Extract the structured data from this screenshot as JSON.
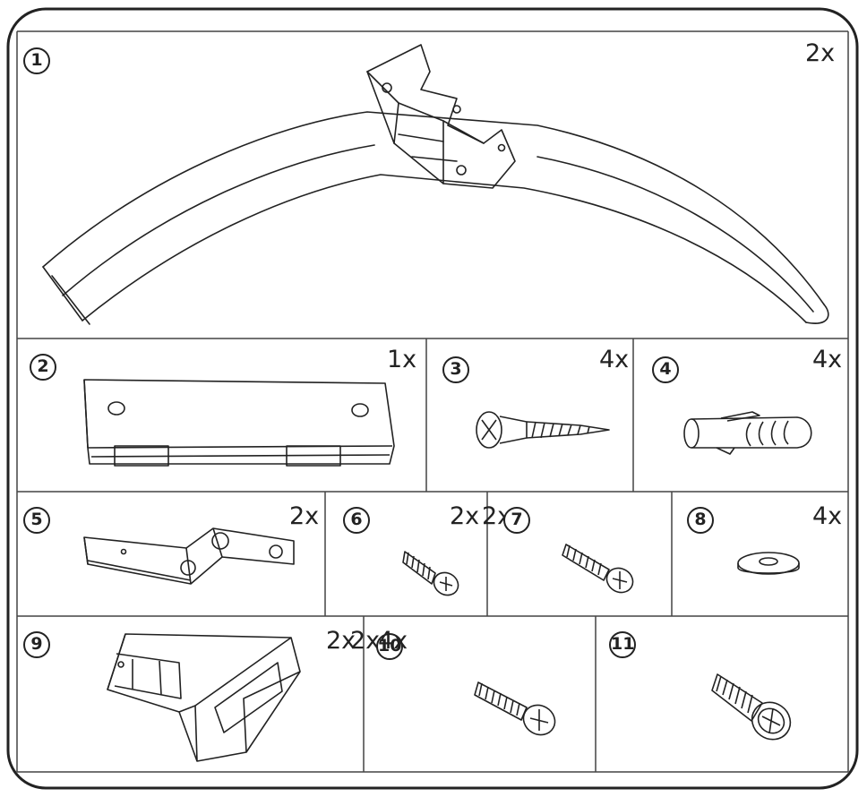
{
  "parts": [
    {
      "number": "1",
      "quantity": "2x",
      "icon": "curved-bar-with-bracket"
    },
    {
      "number": "2",
      "quantity": "1x",
      "icon": "angle-bracket"
    },
    {
      "number": "3",
      "quantity": "4x",
      "icon": "wood-screw"
    },
    {
      "number": "4",
      "quantity": "4x",
      "icon": "wall-plug"
    },
    {
      "number": "5",
      "quantity": "2x",
      "icon": "offset-bracket"
    },
    {
      "number": "6",
      "quantity": "2x",
      "icon": "machine-screw-small"
    },
    {
      "number": "7",
      "quantity": "2x",
      "icon": "machine-screw"
    },
    {
      "number": "8",
      "quantity": "4x",
      "icon": "washer"
    },
    {
      "number": "9",
      "quantity": "2x",
      "icon": "angled-connector-block"
    },
    {
      "number": "10",
      "quantity": "2x",
      "icon": "machine-screw-medium"
    },
    {
      "number": "11",
      "quantity": "4x",
      "icon": "machine-screw-large"
    }
  ]
}
